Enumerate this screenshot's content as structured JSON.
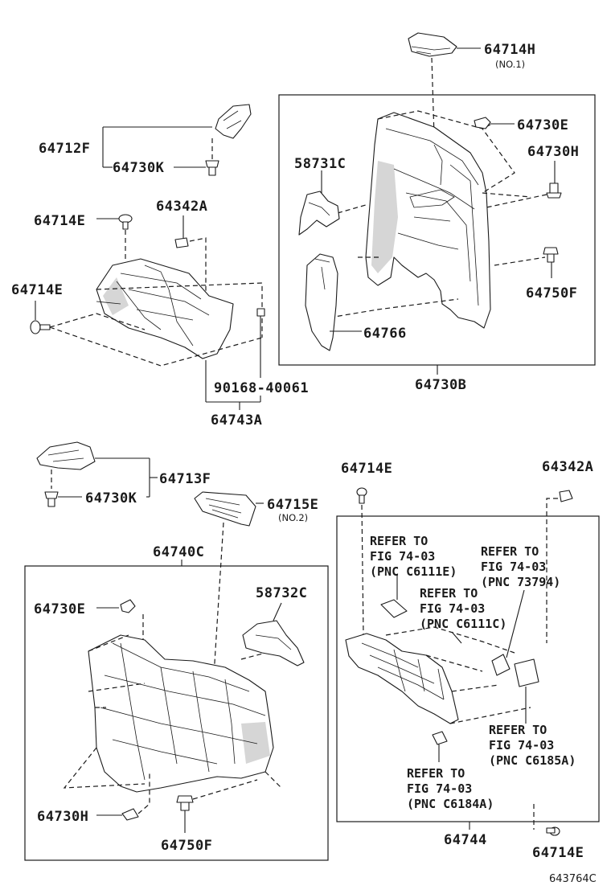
{
  "diagram_code": "643764C",
  "labels": {
    "p64714H": "64714H",
    "no1": "(NO.1)",
    "p64730E_top": "64730E",
    "p64730H_top": "64730H",
    "p58731C": "58731C",
    "p64750F_top": "64750F",
    "p64766": "64766",
    "p64730B": "64730B",
    "p64712F": "64712F",
    "p64730K_top": "64730K",
    "p64714E_a": "64714E",
    "p64342A_a": "64342A",
    "p64714E_b": "64714E",
    "p90168": "90168-40061",
    "p64743A": "64743A",
    "p64713F": "64713F",
    "p64730K_bot": "64730K",
    "p64715E": "64715E",
    "no2": "(NO.2)",
    "p64740C": "64740C",
    "p64730E_bot": "64730E",
    "p58732C": "58732C",
    "p64730H_bot": "64730H",
    "p64750F_bot": "64750F",
    "p64714E_c": "64714E",
    "p64342A_b": "64342A",
    "p64744": "64744",
    "p64714E_d": "64714E"
  },
  "refs": {
    "r1": [
      "REFER TO",
      "FIG 74-03",
      "(PNC C6111E)"
    ],
    "r2": [
      "REFER TO",
      "FIG 74-03",
      "(PNC 73794)"
    ],
    "r3": [
      "REFER TO",
      "FIG 74-03",
      "(PNC C6111C)"
    ],
    "r4": [
      "REFER TO",
      "FIG 74-03",
      "(PNC C6185A)"
    ],
    "r5": [
      "REFER TO",
      "FIG 74-03",
      "(PNC C6184A)"
    ]
  }
}
